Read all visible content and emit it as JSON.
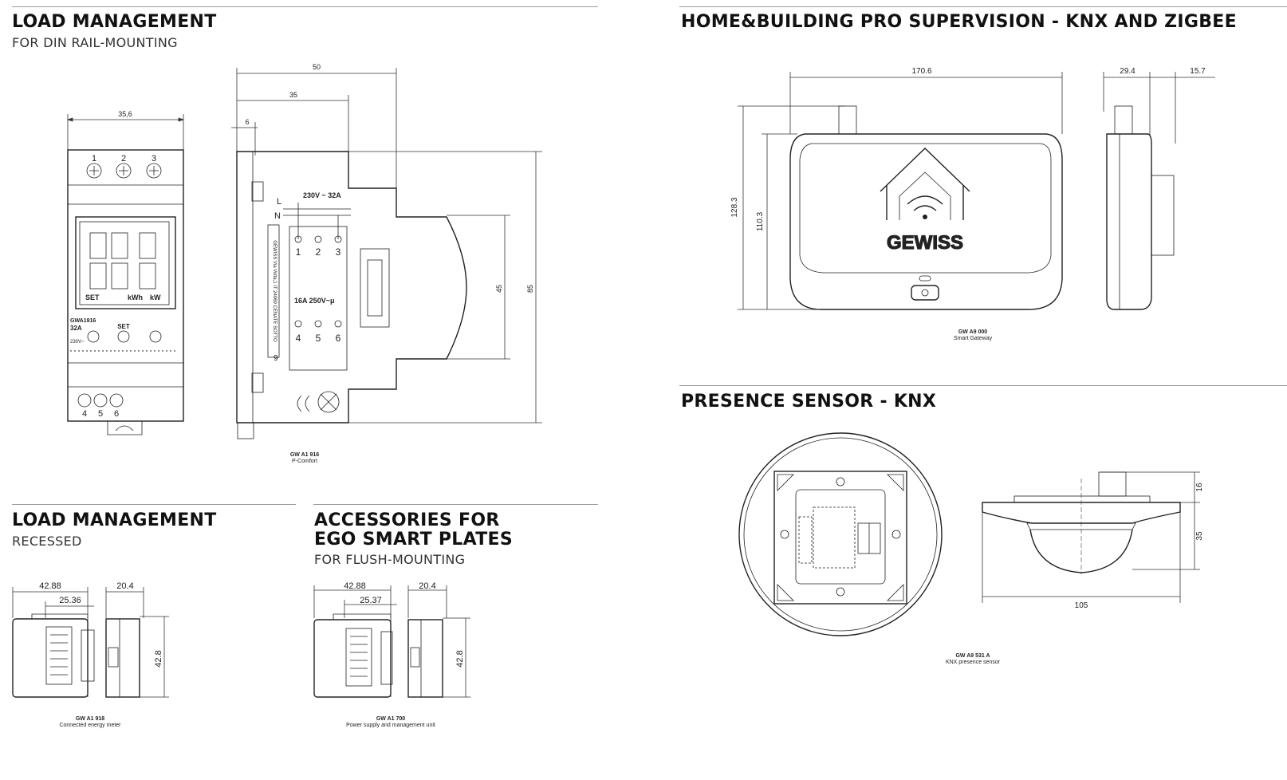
{
  "load_din": {
    "title": "LOAD MANAGEMENT",
    "subtitle": "FOR DIN RAIL-MOUNTING",
    "dims": {
      "width_front": "35,6",
      "overall_w": "50",
      "w35": "35",
      "w6": "6",
      "h85": "85",
      "h45": "45"
    },
    "terminals_top": [
      "1",
      "2",
      "3"
    ],
    "terminals_bottom": [
      "4",
      "5",
      "6"
    ],
    "front_labels": {
      "set": "SET",
      "kwh": "kWh",
      "kw": "kW",
      "model": "GWA1916",
      "amp": "32A",
      "volt": "230V~",
      "set_btn": "SET"
    },
    "side_labels": {
      "l": "L",
      "n": "N",
      "rating_top": "230V ~ 32A",
      "rating_bottom": "16A 250V~μ",
      "pins_top": [
        "1",
        "2",
        "3"
      ],
      "pins_bottom": [
        "4",
        "5",
        "6"
      ],
      "nine": "9",
      "vertical_text": "GEWISS Via Volta,1 IT 24069 CENATE SOTTO"
    },
    "caption_code": "GW A1 916",
    "caption_name": "P-Comfort"
  },
  "load_recessed": {
    "title": "LOAD MANAGEMENT",
    "subtitle": "RECESSED",
    "dims": {
      "w1": "42.88",
      "w2": "25.36",
      "w3": "20.4",
      "h": "42.8"
    },
    "caption_code": "GW A1 918",
    "caption_name": "Connected energy meter"
  },
  "accessories": {
    "title_line1": "ACCESSORIES FOR",
    "title_line2": "EGO SMART PLATES",
    "subtitle": "FOR FLUSH-MOUNTING",
    "dims": {
      "w1": "42.88",
      "w2": "25.37",
      "w3": "20.4",
      "h": "42.8"
    },
    "caption_code": "GW A1 700",
    "caption_name": "Power supply and management unit"
  },
  "gateway": {
    "title": "HOME&BUILDING PRO SUPERVISION - KNX AND ZIGBEE",
    "dims": {
      "w": "170.6",
      "d1": "29.4",
      "d2": "15.7",
      "h1": "128.3",
      "h2": "110.3"
    },
    "brand": "GEWISS",
    "caption_code": "GW A9 000",
    "caption_name": "Smart Gateway"
  },
  "presence": {
    "title": "PRESENCE SENSOR - KNX",
    "dims": {
      "w": "105",
      "h1": "16",
      "h2": "35"
    },
    "caption_code": "GW A9 531 A",
    "caption_name": "KNX presence sensor"
  }
}
